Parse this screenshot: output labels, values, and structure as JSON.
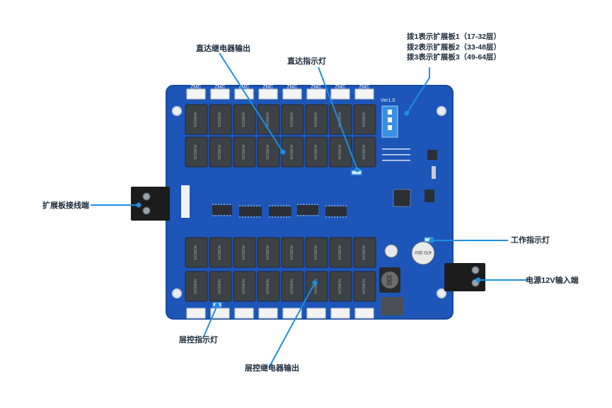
{
  "labels": {
    "direct_relay_output": "直达继电器输出",
    "direct_indicator": "直达指示灯",
    "dip_notes": [
      "拨1表示扩展板1（17-32层）",
      "拨2表示扩展板2（33-48层）",
      "拨3表示扩展板3（49-64层）"
    ],
    "expansion_terminal": "扩展板接线端",
    "work_indicator": "工作指示灯",
    "power_input": "电源12V输入端",
    "floor_indicator": "层控指示灯",
    "floor_relay_output": "层控继电器输出"
  },
  "board": {
    "version": "Ver1.0",
    "connector_text": "ZMC",
    "relay_brand": "HONGFA",
    "inductor_text": "330",
    "cap_text": "470 35V"
  },
  "colors": {
    "board": "#1d56b8",
    "board_edge": "#174a9e",
    "relay": "#3c4146",
    "callout_line": "#1e8fe0",
    "label_text": "#1b2a3a"
  }
}
